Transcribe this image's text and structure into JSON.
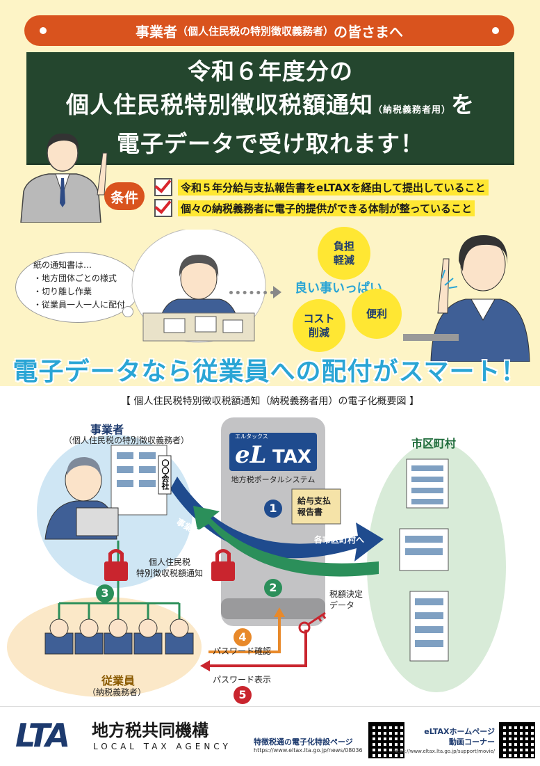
{
  "header": {
    "audience_main": "事業者",
    "audience_sub": "（個人住民税の特別徴収義務者）",
    "audience_tail": "の皆さまへ"
  },
  "headline": {
    "line1": "令和６年度分の",
    "line2_main": "個人住民税特別徴収税額通知",
    "line2_small": "（納税義務者用）",
    "line2_tail": "を",
    "line3": "電子データで受け取れます！"
  },
  "conditions": {
    "badge": "条件",
    "items": [
      "令和５年分給与支払報告書をeLTAXを経由して提出していること",
      "個々の納税義務者に電子的提供ができる体制が整っていること"
    ]
  },
  "paper_bubble": {
    "lead": "紙の通知書は…",
    "items": [
      "・地方団体ごとの様式",
      "・切り離し作業",
      "・従業員一人一人に配付"
    ]
  },
  "benefits": {
    "heading": "良い事いっぱい",
    "items": [
      "負担\n軽減",
      "コスト\n削減",
      "便利"
    ]
  },
  "slogan": "電子データなら従業員への配付がスマート！",
  "diagram": {
    "title": "【 個人住民税特別徴収税額通知（納税義務者用）の電子化概要図 】",
    "employer_title": "事業者",
    "employer_sub": "（個人住民税の特別徴収義務者）",
    "company_sign": "〇〇会社",
    "eltax_ruby": "エルタックス",
    "eltax_logo_e": "eL",
    "eltax_logo_tax": "TAX",
    "eltax_caption": "地方税ポータルシステム",
    "municipality_title": "市区町村",
    "step1": "1",
    "step2": "2",
    "step3": "3",
    "step4": "4",
    "step5": "5",
    "doc_label": "給与支払\n報告書",
    "arrow_to_city": "各市区町村へ",
    "arrow_to_employer": "事業者へ",
    "tax_data": "税額決定\nデータ",
    "notice_label": "個人住民税\n特別徴収税額通知",
    "password_check": "パスワード確認",
    "password_show": "パスワード表示",
    "employees_title": "従業員",
    "employees_sub": "（納税義務者）"
  },
  "footer": {
    "org_logo": "LTA",
    "org_name_jp": "地方税共同機構",
    "org_name_en": "LOCAL TAX AGENCY",
    "link1_title": "特徴税通の電子化特設ページ",
    "link1_url": "https://www.eltax.lta.go.jp/news/08036",
    "link2_title": "eLTAXホームページ\n動画コーナー",
    "link2_url": "https://www.eltax.lta.go.jp/support/movie/"
  },
  "colors": {
    "orange": "#d9531e",
    "board_green": "#24462e",
    "cream": "#fdf4c6",
    "navy": "#1d3a6e",
    "sky": "#2aa5d5",
    "red": "#c9252e"
  }
}
